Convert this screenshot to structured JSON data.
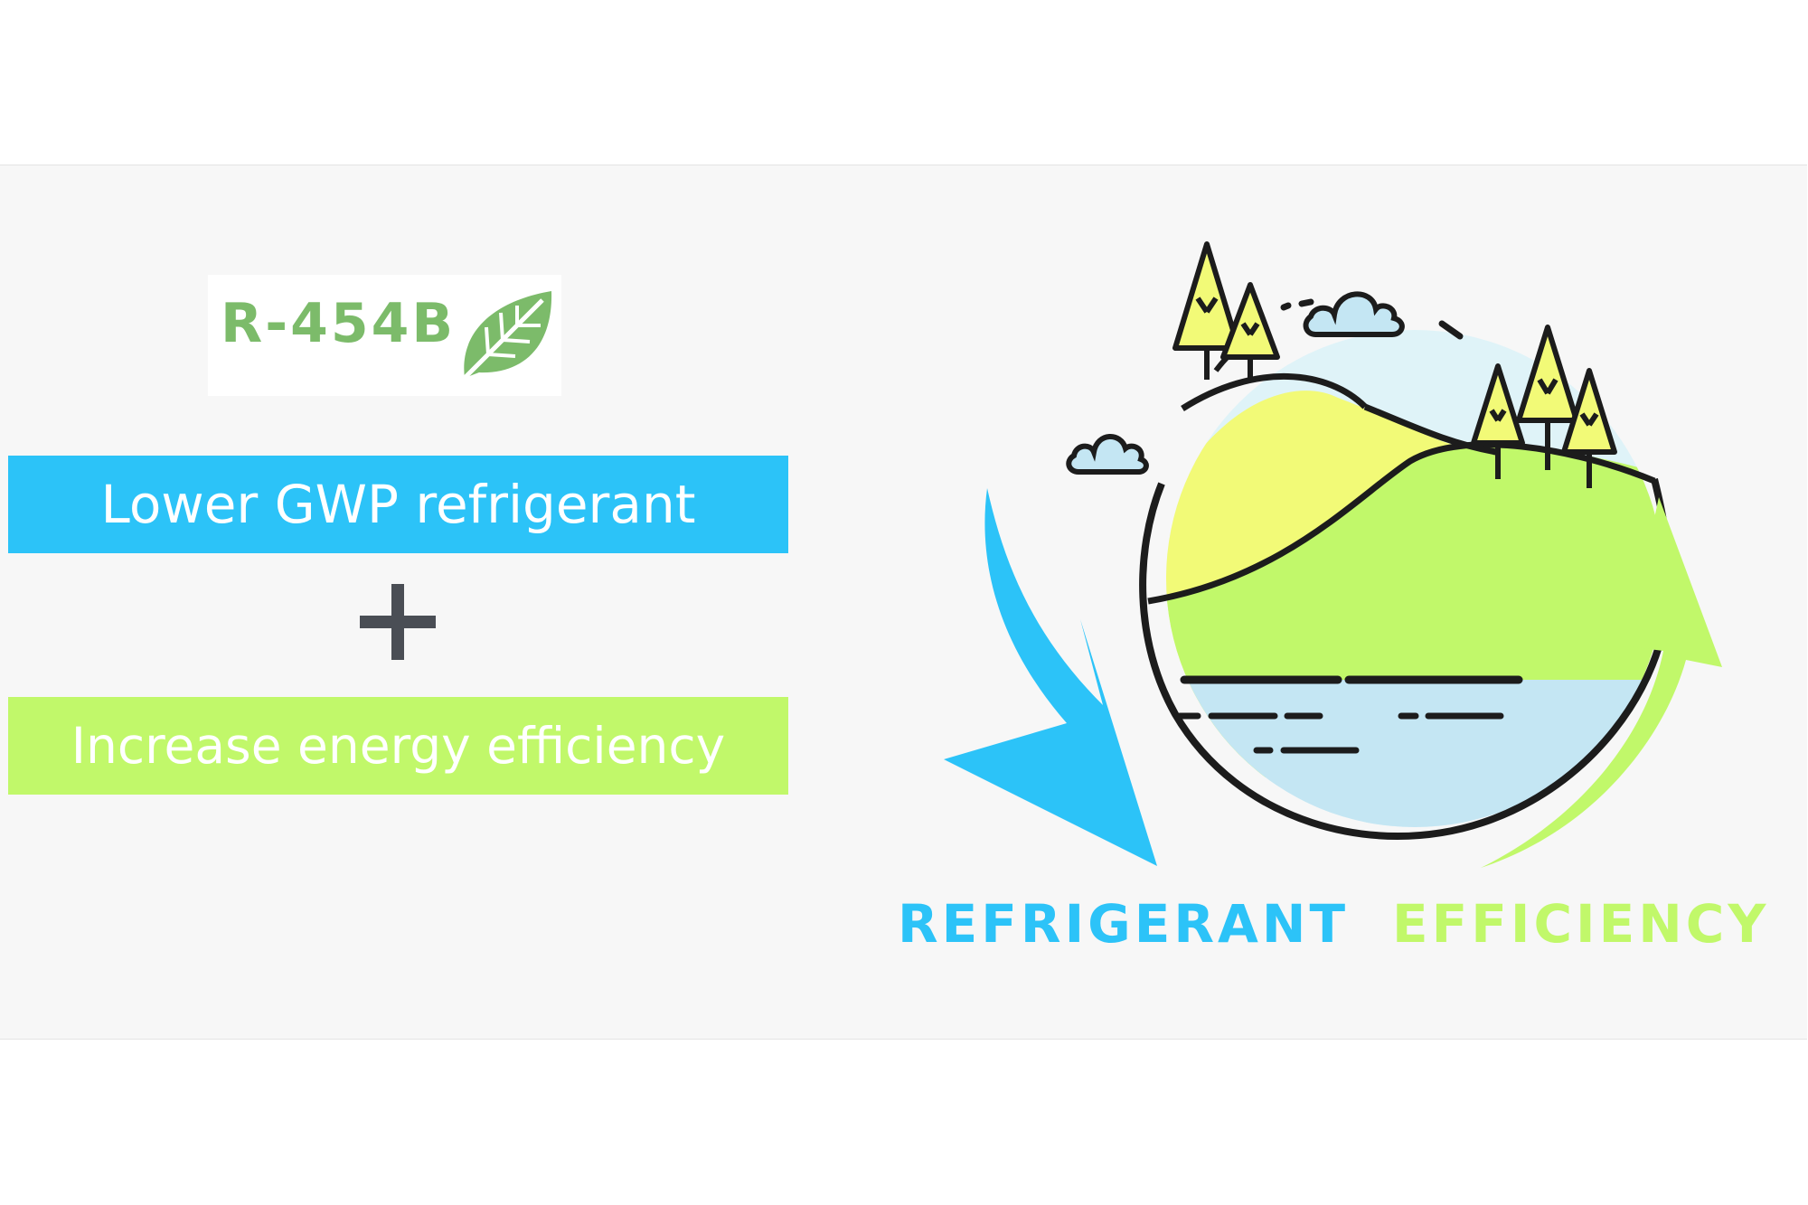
{
  "logo": {
    "text": "R-454B",
    "color": "#7cbb6a"
  },
  "bars": {
    "gwp": {
      "text": "Lower GWP refrigerant",
      "color": "#2cc3f8"
    },
    "energy": {
      "text": "Increase energy efficiency",
      "color": "#c1f86a"
    }
  },
  "plus_icon": "plus-icon",
  "labels": {
    "refrigerant": "REFRIGERANT",
    "efficiency": "EFFICIENCY"
  },
  "colors": {
    "blue": "#2cc3f8",
    "green": "#c1f86a",
    "yellow": "#f2fa77",
    "water": "#c4e6f3",
    "outline": "#1c1c1c"
  }
}
